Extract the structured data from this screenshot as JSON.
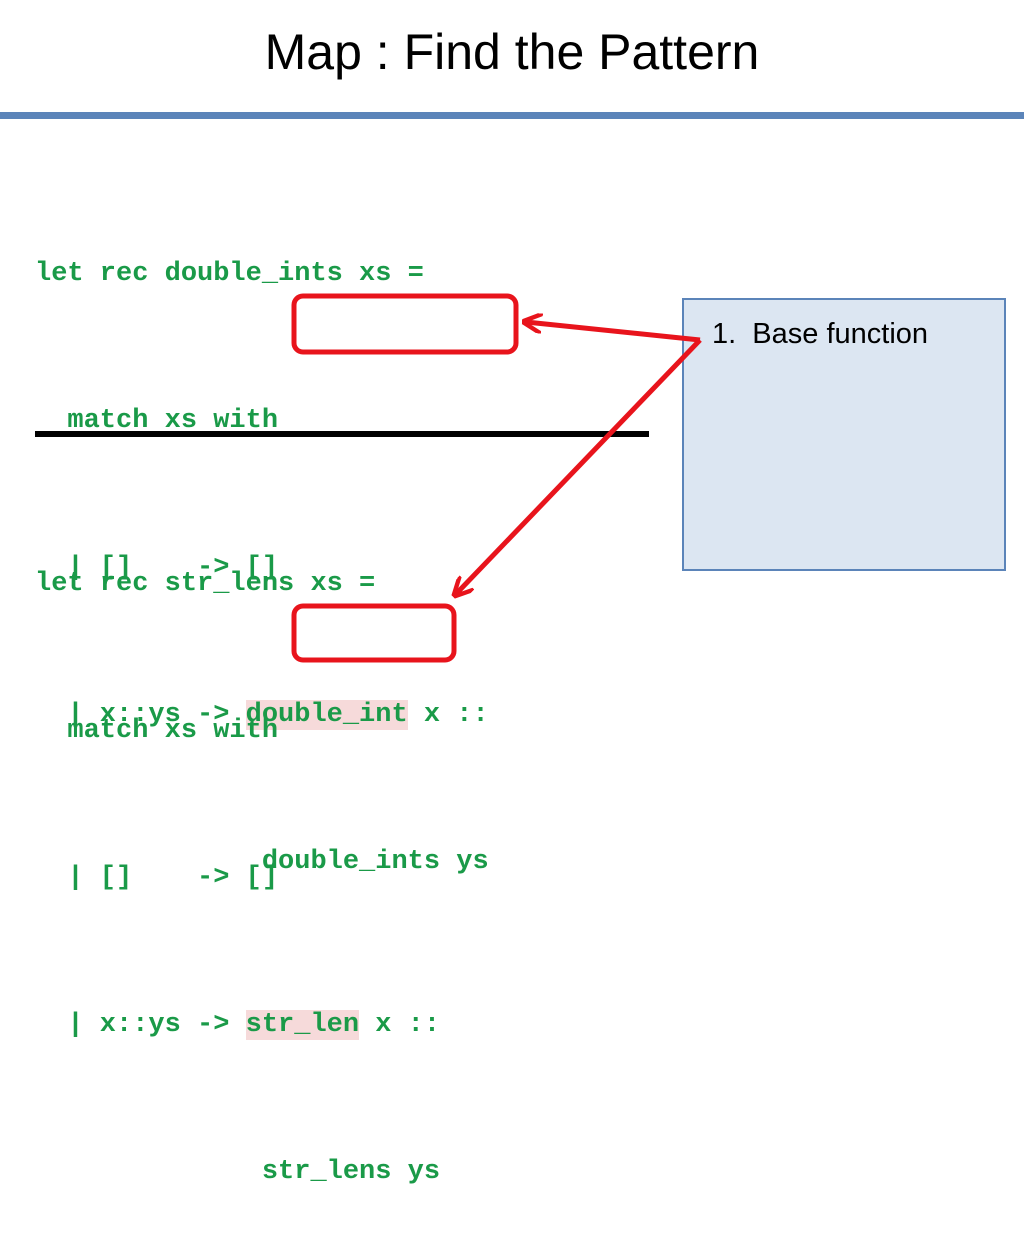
{
  "title": "Map : Find the Pattern",
  "colors": {
    "code": "#1a9a48",
    "rule": "#5b84b9",
    "box_fill": "#dce6f2",
    "highlight": "#e8141c"
  },
  "code1": {
    "l1": "let rec double_ints xs =",
    "l2": "  match xs with",
    "l3": "  | []    -> []",
    "l4_pre": "  | x::ys -> ",
    "l4_hl": "double_int",
    "l4_post": " x ::",
    "l5": "              double_ints ys"
  },
  "code2": {
    "l1": "let rec str_lens xs =",
    "l2": "  match xs with",
    "l3": "  | []    -> []",
    "l4_pre": "  | x::ys -> ",
    "l4_hl": "str_len",
    "l4_post": " x ::",
    "l5": "              str_lens ys"
  },
  "callout": {
    "items": [
      "1.  Base function"
    ]
  }
}
